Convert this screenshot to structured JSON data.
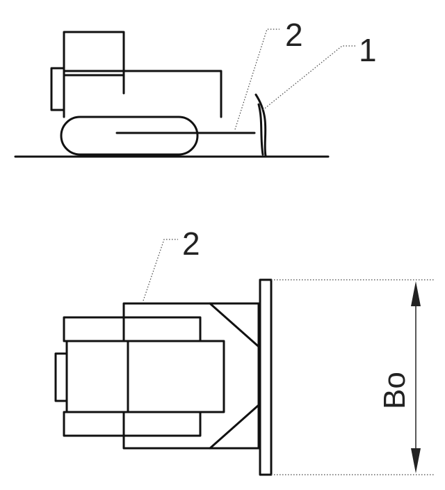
{
  "labels": {
    "side_blade": "1",
    "side_frame": "2",
    "top_frame": "2",
    "width_dimension": "Bo"
  },
  "colors": {
    "line": "#111111",
    "background": "#ffffff"
  }
}
